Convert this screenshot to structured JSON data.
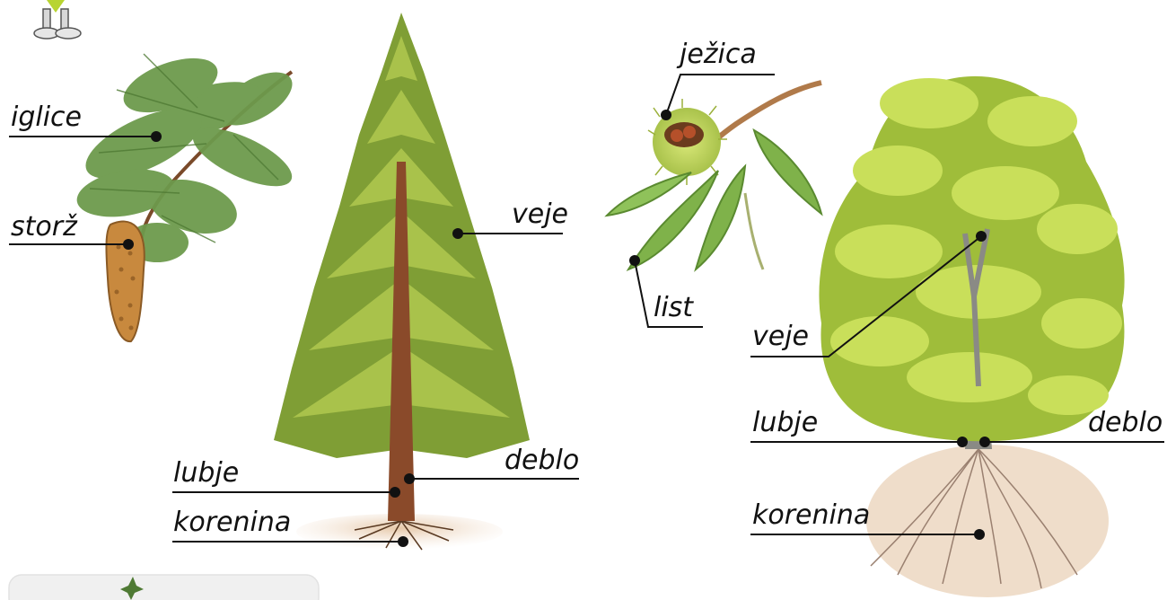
{
  "labels": {
    "spruce_branch": {
      "needles": "iglice",
      "cone": "storž"
    },
    "spruce_tree": {
      "branches": "veje",
      "bark": "lubje",
      "trunk": "deblo",
      "roots": "korenina"
    },
    "chestnut_branch": {
      "burr": "ježica",
      "leaf": "list"
    },
    "chestnut_tree": {
      "branches": "veje",
      "bark": "lubje",
      "trunk": "deblo",
      "roots": "korenina"
    }
  },
  "colors": {
    "needle_green": "#6d9a4c",
    "spruce_light": "#a9c24b",
    "spruce_mid": "#7f9e35",
    "bark_brown": "#8a4a2a",
    "cone_tan": "#c8893e",
    "leaf_green": "#7fb24a",
    "canopy_light": "#c9df5a",
    "canopy_mid": "#9fbd3a",
    "soil": "#e8cfb4",
    "text": "#111111"
  },
  "icons": {
    "mascot": "mascot-feet-icon"
  }
}
